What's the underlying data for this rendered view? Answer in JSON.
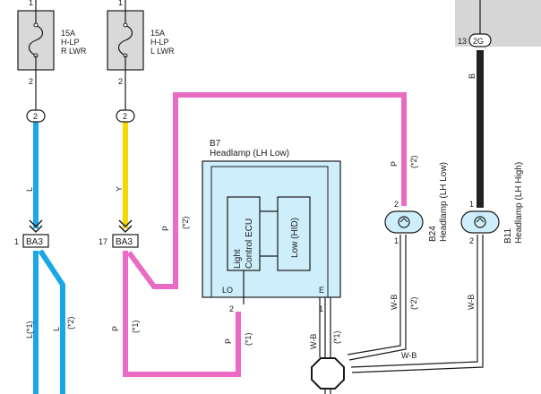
{
  "colors": {
    "background": "#ffffff",
    "fuse_box": "#d9d9d9",
    "relay_block": "#d6d6d6",
    "headlamp_fill": "#cdeefa",
    "wire_L": "#1aa7e8",
    "wire_Y": "#f5d800",
    "wire_P": "#e96bc3",
    "wire_B": "#222222",
    "wire_WB": "#ffffff",
    "outline": "#1a1a1a"
  },
  "fuses": [
    {
      "pin_top": "1",
      "pin_bottom": "2",
      "line1": "15A",
      "line2": "H-LP",
      "line3": "R LWR"
    },
    {
      "pin_top": "1",
      "pin_bottom": "2",
      "line1": "15A",
      "line2": "H-LP",
      "line3": "L LWR"
    }
  ],
  "relay_connector": {
    "pin": "13",
    "code": "2G"
  },
  "connectors": {
    "c2_left": "2",
    "c2_right": "2",
    "ba3_left_pin": "1",
    "ba3_left_code": "BA3",
    "ba3_right_pin": "17",
    "ba3_right_code": "BA3"
  },
  "wires": {
    "L_top": "L",
    "Y_top": "Y",
    "L1": "L(*1)",
    "L2": "L",
    "L2_note": "(*2)",
    "P_loop": "P",
    "P_loop_note": "(*2)",
    "P_upper": "P",
    "P_upper_note": "(*2)",
    "P_bottom": "P",
    "P_bottom_note": "(*1)",
    "P_left": "P",
    "P_left_note": "(*1)",
    "B_top": "B",
    "WB_mid": "W-B",
    "WB_mid_note": "(*2)",
    "WB_right": "W-B",
    "WB_bottom": "W-B",
    "WB_E": "W-B",
    "WB_E_note": "(*1)"
  },
  "headlamp_b7": {
    "id": "B7",
    "name": "Headlamp (LH Low)",
    "ecu_line1": "Light",
    "ecu_line2": "Control ECU",
    "lamp": "Low (HID)",
    "pin_lo": "LO",
    "pin_e": "E",
    "pin_lo_num": "2",
    "pin_e_num": "1"
  },
  "b24": {
    "id": "B24",
    "name": "Headlamp (LH Low)",
    "pin_top": "2",
    "pin_bottom": "1"
  },
  "b11": {
    "id": "B11",
    "name": "Headlamp (LH High)",
    "pin_top": "1",
    "pin_bottom": "2"
  }
}
